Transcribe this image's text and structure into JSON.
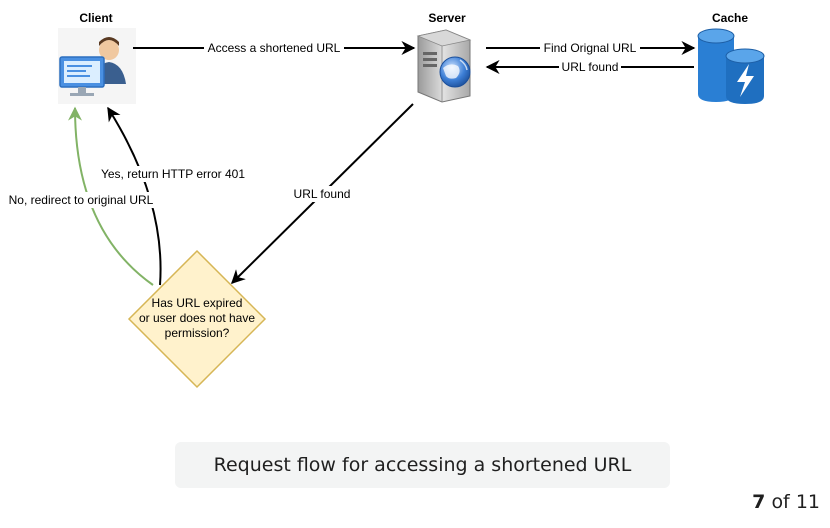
{
  "nodes": {
    "client": {
      "title": "Client"
    },
    "server": {
      "title": "Server"
    },
    "cache": {
      "title": "Cache"
    },
    "decision": {
      "lines": [
        "Has URL expired",
        "or user does not have",
        "permission?"
      ]
    }
  },
  "edges": {
    "access": "Access a shortened URL",
    "find": "Find Orignal URL",
    "found_from_cache": "URL found",
    "found_to_decision": "URL found",
    "yes_error": "Yes, return HTTP error 401",
    "no_redirect": "No, redirect to original URL"
  },
  "colors": {
    "decision_fill": "#fff2cc",
    "decision_stroke": "#d6b656",
    "redirect_edge": "#82b366",
    "cache_blue": "#2a7fd4"
  },
  "caption": "Request flow for accessing a shortened URL",
  "pager": {
    "current": "7",
    "separator": "of",
    "total": "11"
  }
}
